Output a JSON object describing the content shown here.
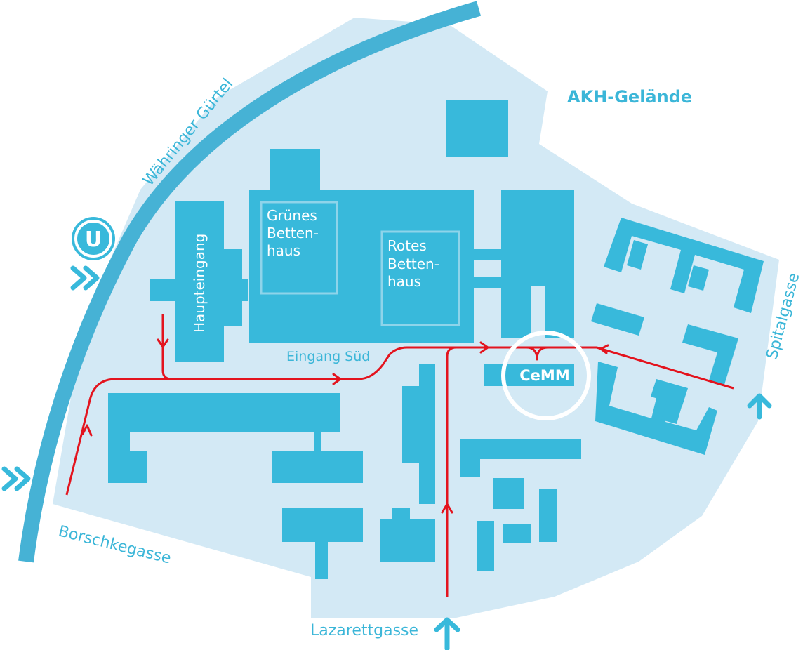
{
  "map": {
    "title": "AKH-Gelände",
    "streets": {
      "top_left": "Währinger Gürtel",
      "bottom_left": "Borschkegasse",
      "bottom": "Lazarettgasse",
      "right": "Spitalgasse"
    },
    "ubahn_symbol": "U",
    "buildings": {
      "main_entrance": "Haupteingang",
      "green_ward_lines": [
        "Grünes",
        "Betten-",
        "haus"
      ],
      "red_ward_lines": [
        "Rotes",
        "Betten-",
        "haus"
      ],
      "cemm": "CeMM"
    },
    "entrance_south": "Eingang Süd",
    "icons": [
      "ubahn-icon",
      "arrow-right-icon",
      "arrow-up-icon"
    ],
    "colors": {
      "ground": "#d3e9f5",
      "building": "#38b9db",
      "road": "#46b2d5",
      "route": "#e3141e",
      "highlight": "#ffffff",
      "label": "#3bb6d8"
    }
  }
}
